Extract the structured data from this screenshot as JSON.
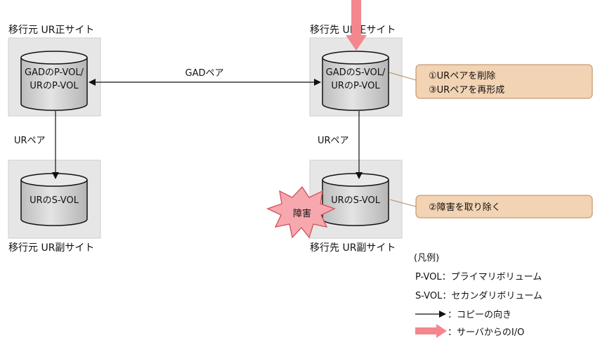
{
  "sites": {
    "src_primary": "移行元 UR正サイト",
    "dst_primary": "移行先 UR正サイト",
    "src_secondary": "移行元 UR副サイト",
    "dst_secondary": "移行先 UR副サイト"
  },
  "volumes": {
    "src_primary_line1": "GADのP-VOL/",
    "src_primary_line2": "URのP-VOL",
    "dst_primary_line1": "GADのS-VOL/",
    "dst_primary_line2": "URのP-VOL",
    "src_secondary": "URのS-VOL",
    "dst_secondary": "URのS-VOL"
  },
  "links": {
    "gad_pair": "GADペア",
    "ur_pair_left": "URペア",
    "ur_pair_right": "URペア"
  },
  "callouts": {
    "step1": "①URペアを削除",
    "step3": "③URペアを再形成",
    "step2": "②障害を取り除く"
  },
  "failure_label": "障害",
  "legend": {
    "title": "(凡例)",
    "pvol": "P-VOL：プライマリボリューム",
    "svol": "S-VOL：セカンダリボリューム",
    "copy_dir": "：コピーの向き",
    "server_io": "：サーバからのI/O"
  },
  "colors": {
    "site_box": "#e6e6e6",
    "cylinder": "#cfcfcf",
    "callout": "#f2d3b3",
    "callout_border": "#b98a5e",
    "io_arrow": "#f4868e",
    "burst": "#f6a8ae",
    "burst_border": "#d0505b"
  }
}
